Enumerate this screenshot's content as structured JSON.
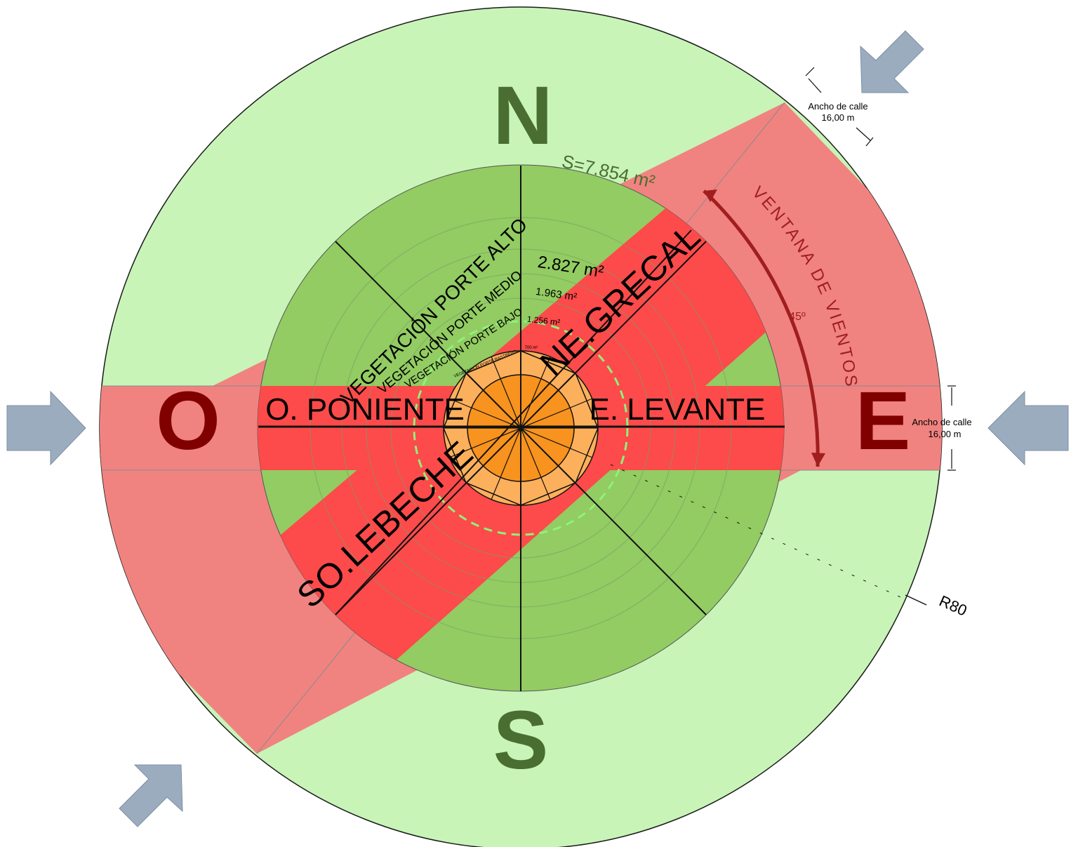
{
  "diagram": {
    "cardinals": {
      "north": "N",
      "south": "S",
      "west": "O",
      "east": "E"
    },
    "wind_zones": {
      "west": "O. PONIENTE",
      "east": "E. LEVANTE",
      "northeast": "NE.GRECAL",
      "southwest": "SO.LEBECHE"
    },
    "area_total": "S=7.854 m²",
    "vegetation": [
      {
        "label": "VEGETACIÓN PORTE ALTO",
        "area": "2.827 m²"
      },
      {
        "label": "VEGETACIÓN PORTE MEDIO",
        "area": "1.963 m²"
      },
      {
        "label": "VEGETACIÓN PORTE BAJO",
        "area": "1.256 m²"
      },
      {
        "label": "VEGETACIÓN PORTE RASTRERO",
        "area": "700 m²"
      }
    ],
    "wind_window": {
      "label": "VENTANA DE VIENTOS",
      "angle": "45º"
    },
    "street_width": {
      "label": "Ancho de calle",
      "value": "16,00 m"
    },
    "radius": "R80",
    "colors": {
      "outer_green": "#c8f4b8",
      "inner_green": "#92cc62",
      "outer_red": "#f08380",
      "inner_red": "#fd4a4a",
      "center_orange": "#f7931e",
      "cardinal_green": "#4a6e31",
      "cardinal_red": "#800000",
      "window_arc": "#a11e1e",
      "arrow_fill": "#9bacbf"
    }
  }
}
